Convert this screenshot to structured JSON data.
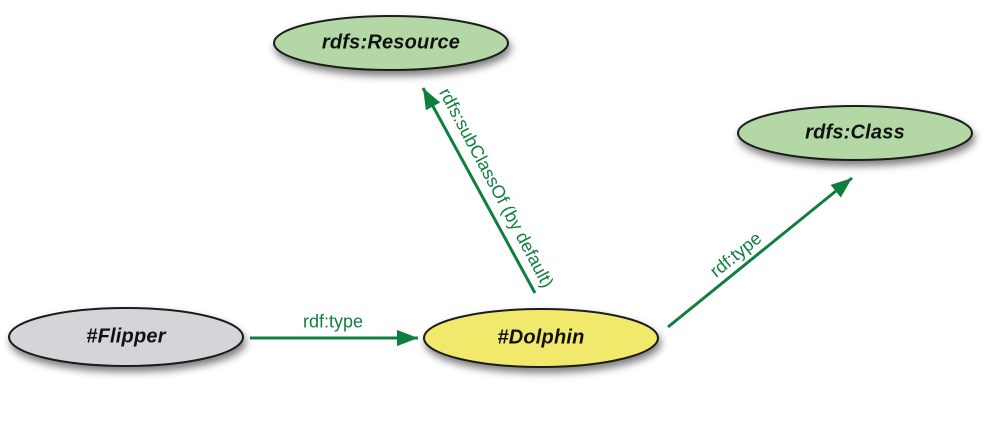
{
  "diagram": {
    "type": "rdf-graph",
    "colors": {
      "background": "#ffffff",
      "arrow": "#0f7f3f",
      "node_border": "#1c1c1c",
      "node_label_text": "#111111",
      "green_node_fill": "#b3d8a5",
      "yellow_node_fill": "#f0e96c",
      "gray_node_fill": "#d3d5d8",
      "shadow": "rgba(0,0,0,0.5)"
    },
    "nodes": [
      {
        "id": "rdfs-resource",
        "label": "rdfs:Resource",
        "fill": "#b3d8a5"
      },
      {
        "id": "rdfs-class",
        "label": "rdfs:Class",
        "fill": "#b3d8a5"
      },
      {
        "id": "flipper",
        "label": "#Flipper",
        "fill": "#d3d5d8"
      },
      {
        "id": "dolphin",
        "label": "#Dolphin",
        "fill": "#f0e96c"
      }
    ],
    "edges": [
      {
        "id": "flipper-to-dolphin",
        "label": "rdf:type",
        "from": "#Flipper",
        "to": "#Dolphin"
      },
      {
        "id": "dolphin-to-resource",
        "label": "rdfs:subClassOf (by default)",
        "from": "#Dolphin",
        "to": "rdfs:Resource"
      },
      {
        "id": "dolphin-to-class",
        "label": "rdf:type",
        "from": "#Dolphin",
        "to": "rdfs:Class"
      }
    ]
  }
}
